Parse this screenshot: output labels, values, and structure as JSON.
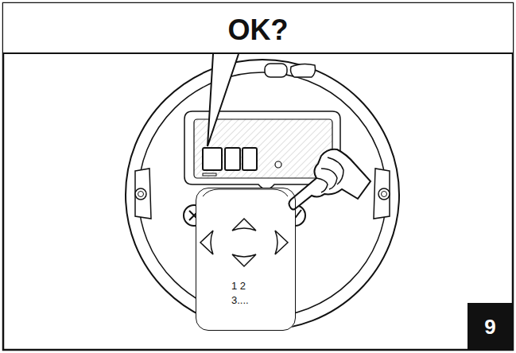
{
  "diagram": {
    "nodes": [
      {
        "text": [
          "OK?"
        ]
      },
      {
        "text": [
          "1 2 3...."
        ]
      },
      {
        "text": [
          "9"
        ]
      }
    ]
  }
}
